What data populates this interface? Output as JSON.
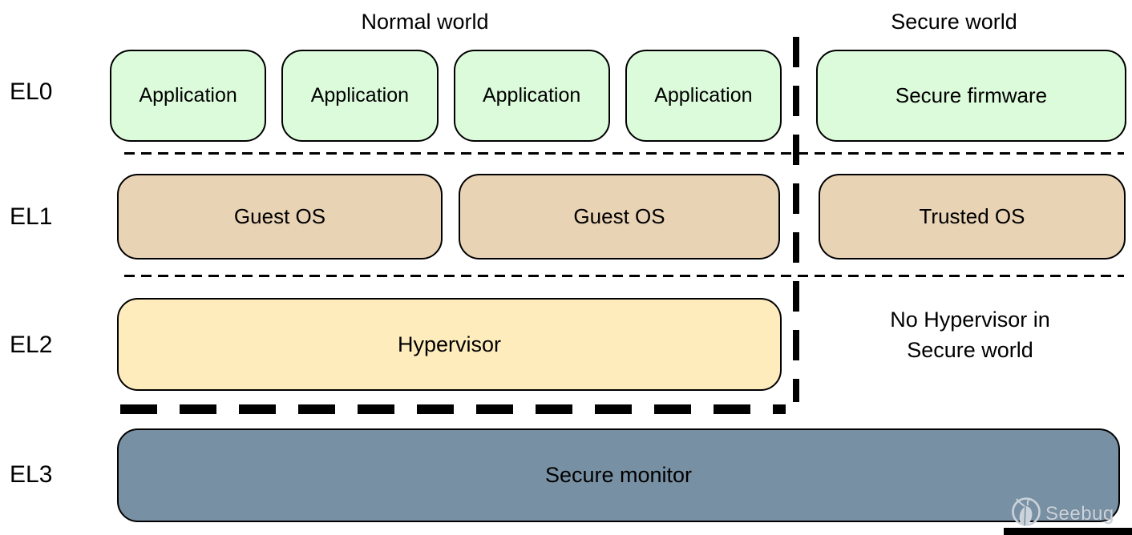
{
  "header": {
    "normal_world": "Normal world",
    "secure_world": "Secure world"
  },
  "levels": {
    "el0": "EL0",
    "el1": "EL1",
    "el2": "EL2",
    "el3": "EL3"
  },
  "el0": {
    "applications": [
      "Application",
      "Application",
      "Application",
      "Application"
    ],
    "secure_firmware": "Secure firmware"
  },
  "el1": {
    "guest_os": [
      "Guest OS",
      "Guest OS"
    ],
    "trusted_os": "Trusted OS"
  },
  "el2": {
    "hypervisor": "Hypervisor",
    "note_line1": "No Hypervisor in",
    "note_line2": "Secure world"
  },
  "el3": {
    "secure_monitor": "Secure monitor"
  },
  "watermark": {
    "label": "Seebug",
    "icon": "seebug-bug-icon"
  },
  "colors": {
    "application_fill": "#dcfbdb",
    "os_fill": "#e9d3b5",
    "hypervisor_fill": "#feecbd",
    "monitor_fill": "#7890a4",
    "line": "#000000",
    "watermark": "#ccd3da"
  }
}
